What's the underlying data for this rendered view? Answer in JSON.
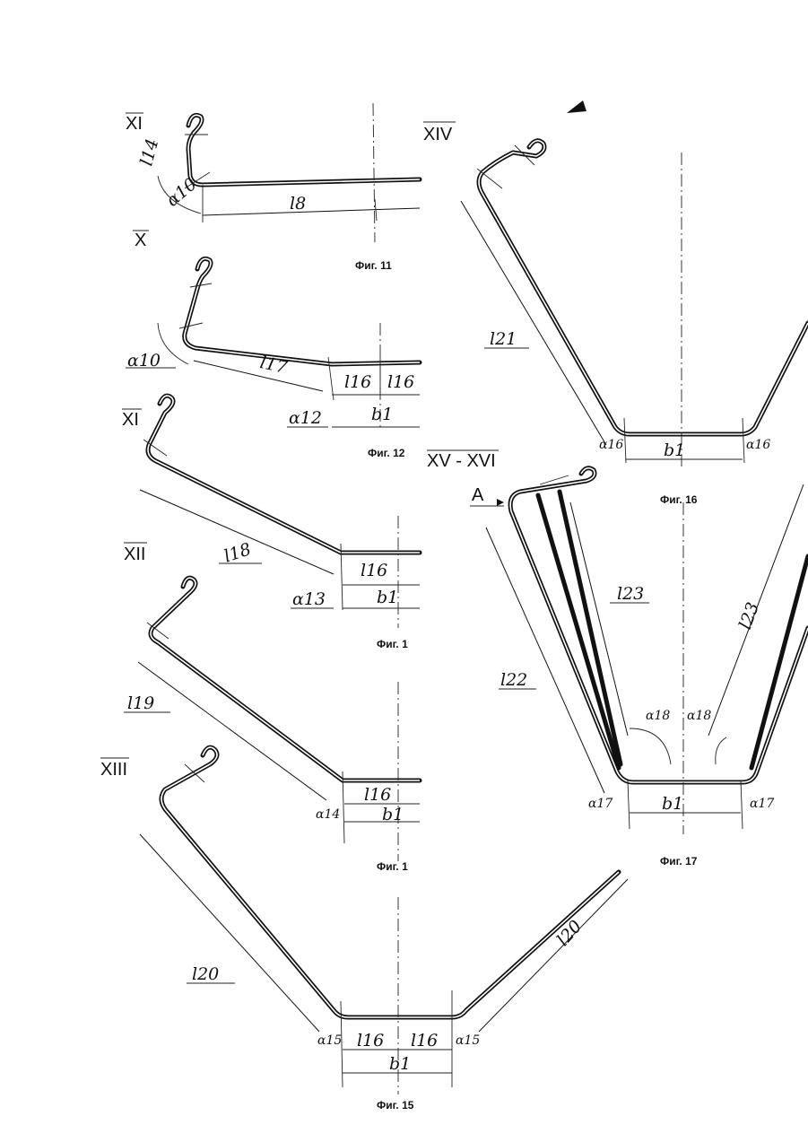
{
  "sections": {
    "s11": "XI",
    "s12": "X",
    "s13": "XI",
    "s14": "XII",
    "s15": "XIII",
    "s16": "XIV",
    "s17": "XV - XVI"
  },
  "captions": {
    "fig11": "Фиг. 11",
    "fig12": "Фиг. 12",
    "fig13": "Фиг. 1",
    "fig14": "Фиг. 1",
    "fig15": "Фиг. 15",
    "fig16": "Фиг. 16",
    "fig17": "Фиг. 17"
  },
  "labels": {
    "l14": "l14",
    "a10_f11": "α10",
    "l8": "l8",
    "a10_f12": "α10",
    "l17": "l17",
    "l16_f12a": "l16",
    "l16_f12b": "l16",
    "a12": "α12",
    "b1_f12": "b1",
    "l18": "l18",
    "l16_f13": "l16",
    "a13": "α13",
    "b1_f13": "b1",
    "l19": "l19",
    "l16_f14": "l16",
    "a14": "α14",
    "b1_f14": "b1",
    "l20_left": "l20",
    "l20_right": "l20",
    "a15_left": "α15",
    "a15_right": "α15",
    "l16_f15a": "l16",
    "l16_f15b": "l16",
    "b1_f15": "b1",
    "l21": "l21",
    "a16_left": "α16",
    "a16_right": "α16",
    "b1_f16": "b1",
    "A": "A",
    "l22": "l22",
    "l23_left": "l23",
    "l23_right": "l23",
    "a18_left": "α18",
    "a18_right": "α18",
    "a17_left": "α17",
    "a17_right": "α17",
    "b1_f17": "b1"
  }
}
